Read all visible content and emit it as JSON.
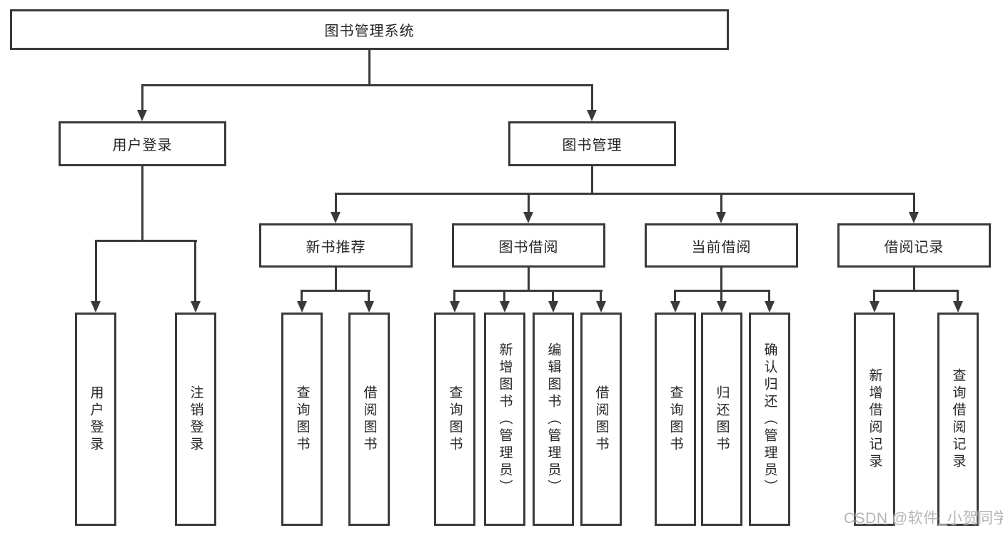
{
  "tree": {
    "root": {
      "label": "图书管理系统"
    },
    "branches": [
      {
        "label": "用户登录",
        "children": [
          {
            "label": "用户登录"
          },
          {
            "label": "注销登录"
          }
        ]
      },
      {
        "label": "图书管理",
        "children": [
          {
            "label": "新书推荐",
            "children": [
              {
                "label": "查询图书"
              },
              {
                "label": "借阅图书"
              }
            ]
          },
          {
            "label": "图书借阅",
            "children": [
              {
                "label": "查询图书"
              },
              {
                "label": "新增图书（管理员）"
              },
              {
                "label": "编辑图书（管理员）"
              },
              {
                "label": "借阅图书"
              }
            ]
          },
          {
            "label": "当前借阅",
            "children": [
              {
                "label": "查询图书"
              },
              {
                "label": "归还图书"
              },
              {
                "label": "确认归还（管理员）"
              }
            ]
          },
          {
            "label": "借阅记录",
            "children": [
              {
                "label": "新增借阅记录"
              },
              {
                "label": "查询借阅记录"
              }
            ]
          }
        ]
      }
    ]
  },
  "watermark": {
    "text": "CSDN @软件_小贺同学"
  },
  "colors": {
    "line": "#3a3a3a",
    "text": "#262626",
    "watermark": "#b5b5b5",
    "background": "#ffffff"
  }
}
